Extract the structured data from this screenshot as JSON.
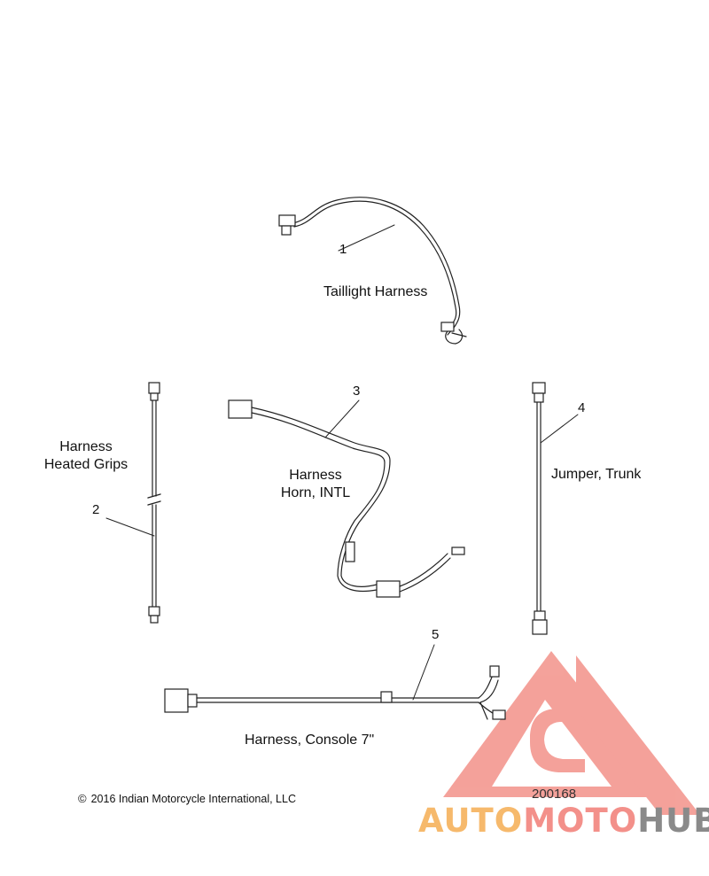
{
  "callouts": [
    {
      "num": "1",
      "label": "Taillight Harness"
    },
    {
      "num": "2",
      "label_line1": "Harness",
      "label_line2": "Heated Grips"
    },
    {
      "num": "3",
      "label_line1": "Harness",
      "label_line2": "Horn, INTL"
    },
    {
      "num": "4",
      "label": "Jumper, Trunk"
    },
    {
      "num": "5",
      "label": "Harness, Console 7\""
    }
  ],
  "copyright": {
    "symbol": "©",
    "text": "2016 Indian Motorcycle International, LLC"
  },
  "part_number": "200168",
  "watermark": {
    "part1": "AUTO",
    "part2": "MOTO",
    "part3": "HUB",
    "colors": {
      "auto": "#f6b96c",
      "moto": "#f3908a",
      "hub": "#8a8a8a",
      "triangle": "#f07a70"
    }
  }
}
